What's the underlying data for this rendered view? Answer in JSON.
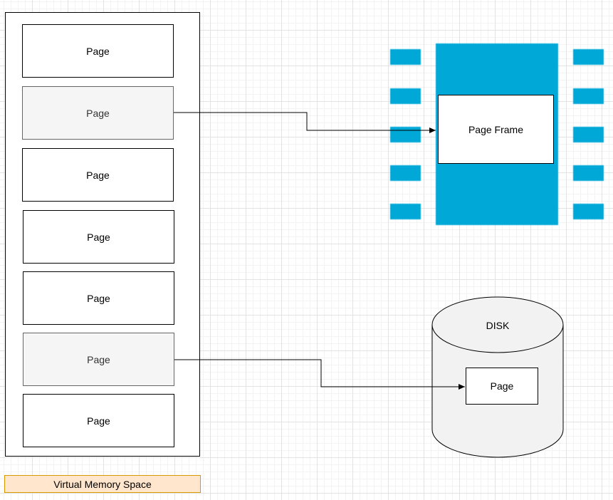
{
  "virtual_memory": {
    "label": "Virtual Memory Space",
    "pages": [
      {
        "label": "Page",
        "mapped": false
      },
      {
        "label": "Page",
        "mapped": true
      },
      {
        "label": "Page",
        "mapped": false
      },
      {
        "label": "Page",
        "mapped": false
      },
      {
        "label": "Page",
        "mapped": false
      },
      {
        "label": "Page",
        "mapped": true
      },
      {
        "label": "Page",
        "mapped": false
      }
    ]
  },
  "physical_memory": {
    "page_frame_label": "Page Frame",
    "chip_color": "#00a8d8"
  },
  "disk": {
    "label": "DISK",
    "page_label": "Page",
    "fill_color": "#f2f2f2"
  },
  "colors": {
    "vm_label_fill": "#ffe6cc",
    "vm_label_border": "#d79b00",
    "mapped_page_fill": "#f5f5f5",
    "mapped_page_border": "#666666"
  },
  "connections": [
    {
      "from": "page-2",
      "to": "page-frame"
    },
    {
      "from": "page-6",
      "to": "disk-page"
    }
  ]
}
